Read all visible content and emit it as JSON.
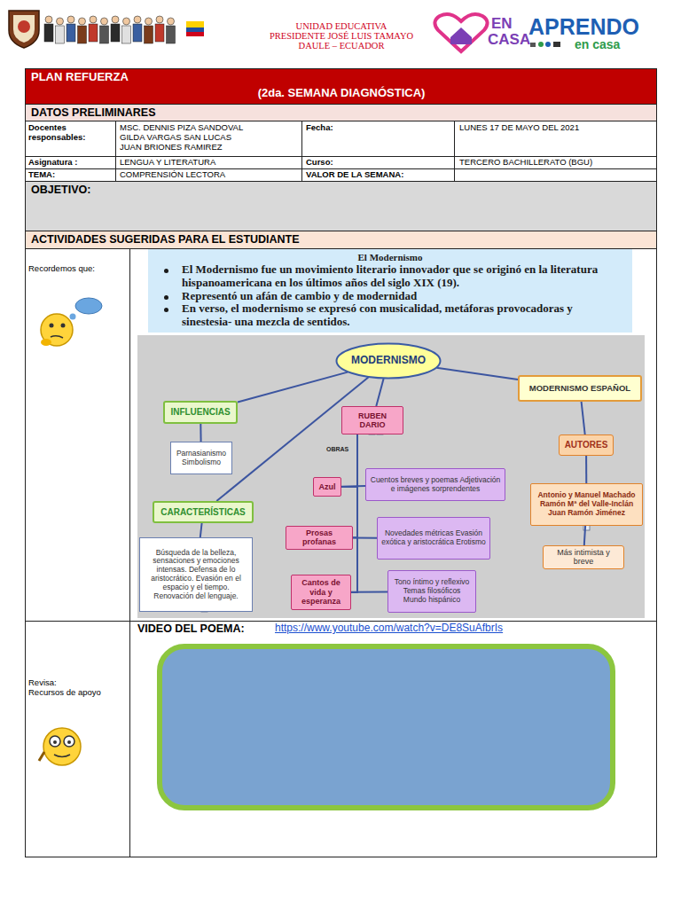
{
  "diagram": {
    "title": "PLAN REFUERZA",
    "nodes": [
      {
        "text": [
          "El Modernismo",
          "El Modernismo fue un movimiento literario innovador que se originó en la literatura hispanoamericana en los últimos años del siglo XIX (19).",
          "Representó un afán de cambio y de modernidad",
          "En verso, el modernismo se expresó con musicalidad, metáforas provocadoras y sinestesia- una mezcla de sentidos."
        ]
      },
      {
        "text": [
          "MODERNISMO"
        ]
      },
      {
        "text": [
          "INFLUENCIAS"
        ]
      },
      {
        "text": [
          "Parnasianismo Simbolismo"
        ]
      },
      {
        "text": [
          "RUBEN DARIO"
        ]
      },
      {
        "text": [
          "CARACTERÍSTICAS"
        ]
      },
      {
        "text": [
          "Búsqueda de la belleza, sensaciones y emociones intensas. Defensa de lo aristocrático. Evasión en el espacio y el tiempo. Renovación del lenguaje."
        ]
      },
      {
        "text": [
          "Azul"
        ]
      },
      {
        "text": [
          "Cuentos breves y poemas Adjetivación e imágenes sorprendentes"
        ]
      },
      {
        "text": [
          "Prosas profanas"
        ]
      },
      {
        "text": [
          "Novedades métricas Evasión exótica y aristocrática Erotismo"
        ]
      },
      {
        "text": [
          "Cantos de vida y esperanza"
        ]
      },
      {
        "text": [
          "Tono íntimo y reflexivo Temas filosóficos Mundo hispánico"
        ]
      },
      {
        "text": [
          "MODERNISMO ESPAÑOL"
        ]
      },
      {
        "text": [
          "AUTORES"
        ]
      },
      {
        "text": [
          "Antonio y Manuel Machado Ramón Mª del Valle-Inclán Juan Ramón Jiménez"
        ]
      },
      {
        "text": [
          "Más intimista y breve"
        ]
      }
    ],
    "edges": [
      {
        "from": 1,
        "to": 2,
        "arrow": "none"
      },
      {
        "from": 1,
        "to": 4,
        "arrow": "none"
      },
      {
        "from": 1,
        "to": 5,
        "arrow": "none"
      },
      {
        "from": 1,
        "to": 13,
        "arrow": "none"
      },
      {
        "from": 2,
        "to": 3,
        "arrow": "none"
      },
      {
        "from": 5,
        "to": 6,
        "arrow": "none"
      },
      {
        "from": 4,
        "to": 7,
        "arrow": "none"
      },
      {
        "from": 4,
        "to": 9,
        "arrow": "none"
      },
      {
        "from": 4,
        "to": 11,
        "arrow": "none"
      },
      {
        "from": 7,
        "to": 8,
        "arrow": "none"
      },
      {
        "from": 9,
        "to": 10,
        "arrow": "none"
      },
      {
        "from": 11,
        "to": 12,
        "arrow": "none"
      },
      {
        "from": 13,
        "to": 14,
        "arrow": "none"
      },
      {
        "from": 14,
        "to": 15,
        "arrow": "none"
      },
      {
        "from": 15,
        "to": 16,
        "arrow": "none"
      }
    ],
    "labels": [
      "UNIDAD EDUCATIVA",
      "PRESIDENTE JOSÉ LUIS TAMAYO",
      "DAULE – ECUADOR",
      "EN",
      "CASA",
      "APRENDO",
      "en casa",
      "(2da. SEMANA DIAGNÓSTICA)",
      "DATOS PRELIMINARES",
      "Docentes responsables:",
      "MSC. DENNIS PIZA SANDOVAL",
      "GILDA VARGAS SAN LUCAS",
      "JUAN BRIONES RAMIREZ",
      "Fecha:",
      "LUNES 17 DE MAYO DEL 2021",
      "Asignatura :",
      "LENGUA Y LITERATURA",
      "Curso:",
      "TERCERO BACHILLERATO (BGU)",
      "TEMA:",
      "COMPRENSIÓN LECTORA",
      "VALOR DE LA SEMANA:",
      "OBJETIVO:",
      "ACTIVIDADES SUGERIDAS PARA EL ESTUDIANTE",
      "Recordemos que:",
      "OBRAS",
      "Revisa:",
      "Recursos de apoyo",
      "VIDEO DEL POEMA:",
      "https://www.youtube.com/watch?v=DE8SuAfbrIs"
    ]
  }
}
